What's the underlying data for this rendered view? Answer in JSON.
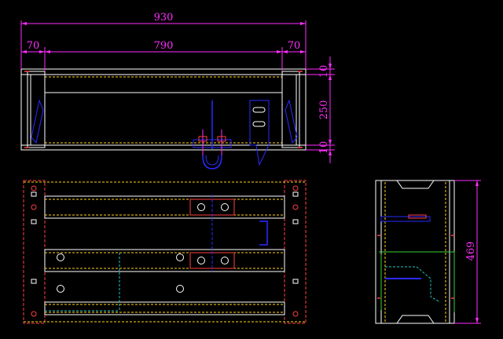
{
  "drawing": {
    "background": "#000000",
    "colors": {
      "dimension": "#ff2dff",
      "outline": "#ffffff",
      "hidden_yellow": "#ffd21a",
      "hidden_red": "#ff4040",
      "blue": "#2a2aff",
      "cyan": "#22c6c6",
      "green": "#39d239",
      "magenta": "#ff2dff"
    },
    "dimensions": {
      "overall_width": "930",
      "left_margin": "70",
      "span": "790",
      "right_margin": "70",
      "top_flange": "10",
      "height": "250",
      "bottom_flange": "10",
      "side_height": "469"
    }
  }
}
